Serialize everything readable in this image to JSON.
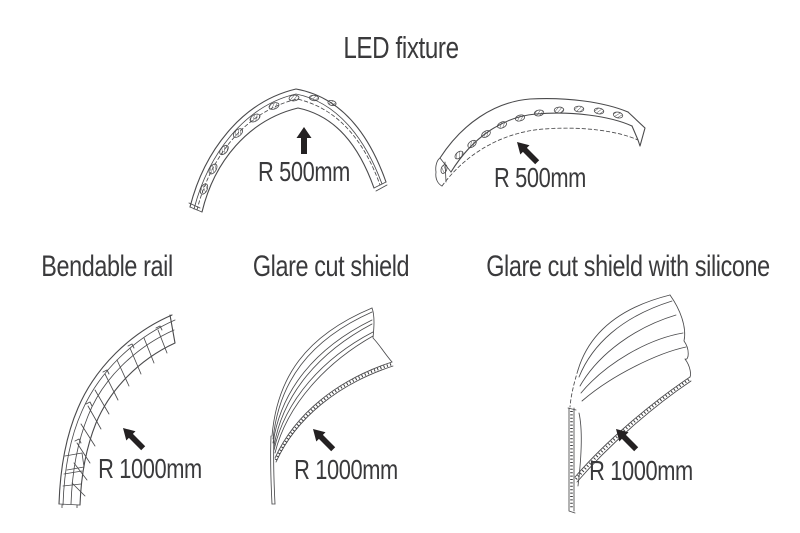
{
  "colors": {
    "background": "#ffffff",
    "line_art": "#4a4a4c",
    "text": "#3a3a3c",
    "arrow": "#242122"
  },
  "title": "LED fixture",
  "fixtures": {
    "front_view": {
      "radius_label": "R 500mm"
    },
    "top_view": {
      "radius_label": "R 500mm"
    }
  },
  "components": [
    {
      "label": "Bendable rail",
      "radius_label": "R 1000mm"
    },
    {
      "label": "Glare cut shield",
      "radius_label": "R 1000mm"
    },
    {
      "label": "Glare cut shield with silicone",
      "radius_label": "R 1000mm"
    }
  ]
}
